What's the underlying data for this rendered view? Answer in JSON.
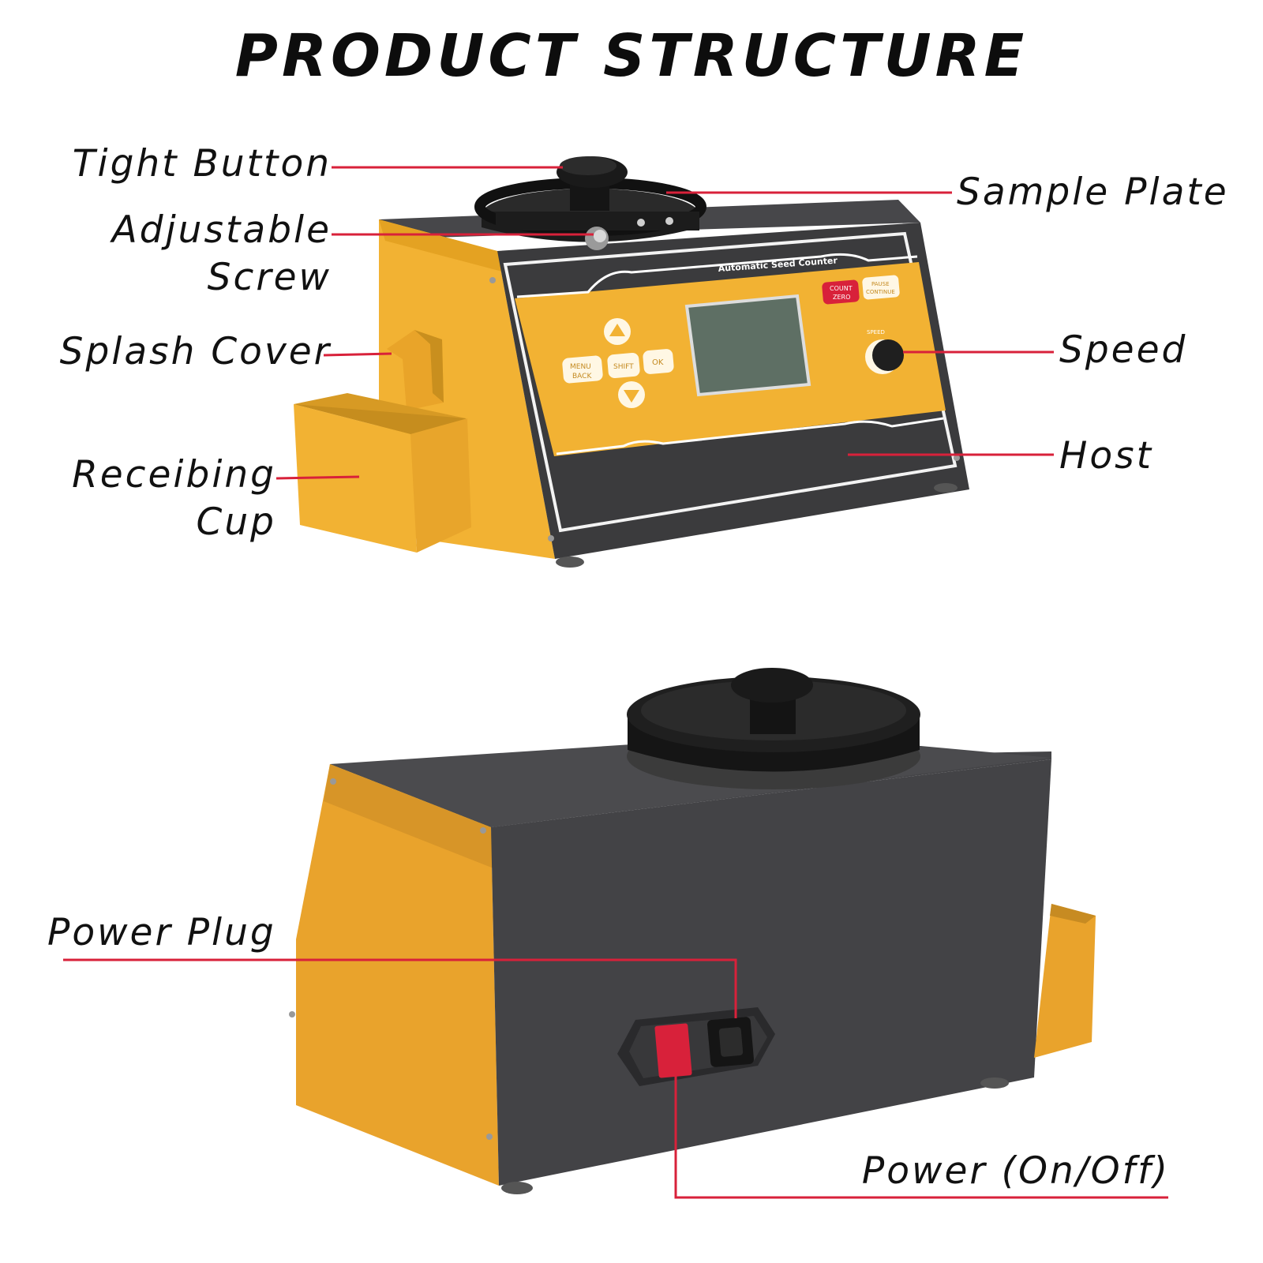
{
  "title": "PRODUCT STRUCTURE",
  "labels": {
    "tight_button": "Tight Button",
    "adjustable_screw_1": "Adjustable",
    "adjustable_screw_2": "Screw",
    "splash_cover": "Splash Cover",
    "receibing_cup_1": "Receibing",
    "receibing_cup_2": "Cup",
    "sample_plate": "Sample Plate",
    "speed": "Speed",
    "host": "Host",
    "power_plug": "Power Plug",
    "power_switch": "Power (On/Off)"
  },
  "device_text": {
    "panel_title": "Automatic Seed Counter",
    "count_zero_1": "COUNT",
    "count_zero_2": "ZERO",
    "pause_continue_1": "PAUSE",
    "pause_continue_2": "CONTINUE",
    "speed_caption": "SPEED",
    "menu_back_1": "MENU",
    "menu_back_2": "BACK",
    "shift": "SHIFT",
    "ok": "OK"
  },
  "colors": {
    "body_orange": "#f2b233",
    "body_dark": "#3b3b3d",
    "leader_red": "#d8213a",
    "screen_green": "#5e6f64"
  }
}
